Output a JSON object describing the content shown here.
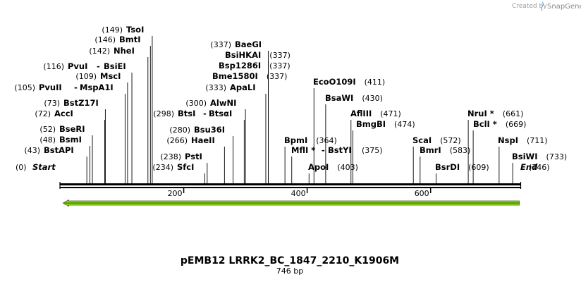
{
  "watermark": {
    "prefix": "Created by",
    "brand": "SnapGene"
  },
  "map": {
    "title": "pEMB12 LRRK2_BC_1847_2210_K1906M",
    "length_label": "746 bp",
    "length": 746,
    "ticks": [
      200,
      400,
      600
    ],
    "feature": {
      "start": 1,
      "end": 746,
      "direction": "reverse",
      "color": "#8ee01a"
    },
    "start_site": {
      "label": "Start",
      "position": 0
    },
    "end_site": {
      "label": "End",
      "position": 746
    },
    "sites": [
      {
        "name": "BstAPI",
        "position": 43
      },
      {
        "name": "BsmI",
        "position": 48
      },
      {
        "name": "BseRI",
        "position": 52
      },
      {
        "name": "AccI",
        "position": 72
      },
      {
        "name": "BstZ17I",
        "position": 73
      },
      {
        "name": "PvuII",
        "position": 105,
        "second": "MspA1I"
      },
      {
        "name": "MscI",
        "position": 109
      },
      {
        "name": "PvuI",
        "position": 116,
        "second": "BsiEI"
      },
      {
        "name": "NheI",
        "position": 142
      },
      {
        "name": "BmtI",
        "position": 146
      },
      {
        "name": "TsoI",
        "position": 149
      },
      {
        "name": "SfcI",
        "position": 234
      },
      {
        "name": "PstI",
        "position": 238
      },
      {
        "name": "HaeII",
        "position": 266
      },
      {
        "name": "Bsu36I",
        "position": 280
      },
      {
        "name": "BtsI",
        "position": 298,
        "second": "BtsαI"
      },
      {
        "name": "AlwNI",
        "position": 300
      },
      {
        "name": "ApaLI",
        "position": 333
      },
      {
        "name": "Bme1580I",
        "position": 337
      },
      {
        "name": "Bsp1286I",
        "position": 337
      },
      {
        "name": "BsiHKAI",
        "position": 337
      },
      {
        "name": "BaeGI",
        "position": 337
      },
      {
        "name": "BpmI",
        "position": 364
      },
      {
        "name": "MflI *",
        "position": 375,
        "second": "BstYI"
      },
      {
        "name": "ApoI",
        "position": 403
      },
      {
        "name": "EcoO109I",
        "position": 411
      },
      {
        "name": "BsaWI",
        "position": 430
      },
      {
        "name": "AflIII",
        "position": 471
      },
      {
        "name": "BmgBI",
        "position": 474
      },
      {
        "name": "ScaI",
        "position": 572
      },
      {
        "name": "BmrI",
        "position": 583
      },
      {
        "name": "BsrDI",
        "position": 609
      },
      {
        "name": "NruI *",
        "position": 661
      },
      {
        "name": "BclI *",
        "position": 669
      },
      {
        "name": "NspI",
        "position": 711
      },
      {
        "name": "BsiWI",
        "position": 733
      }
    ]
  }
}
